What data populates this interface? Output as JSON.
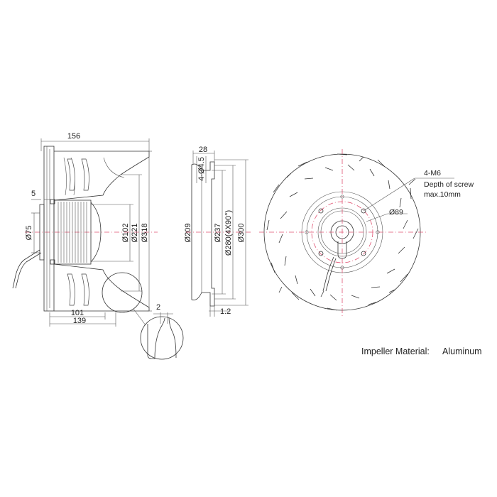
{
  "side_view": {
    "dims": {
      "width_top": "156",
      "flange": "5",
      "d75": "Ø75",
      "d102": "Ø102",
      "d221": "Ø221",
      "d318": "Ø318",
      "w101": "101",
      "w139": "139",
      "detail_gap": "2"
    }
  },
  "section_view": {
    "dims": {
      "top": "28",
      "holes": "4-Ø4.5",
      "d209": "Ø209",
      "d237": "Ø237",
      "d280": "Ø280(4X90°)",
      "d300": "Ø300",
      "bottom": "1.2"
    }
  },
  "front_view": {
    "dims": {
      "screws": "4-M6",
      "screw_depth_1": "Depth of screw",
      "screw_depth_2": "max.10mm",
      "d89": "Ø89"
    }
  },
  "material_note": {
    "label": "Impeller Material:",
    "value": "Aluminum"
  }
}
